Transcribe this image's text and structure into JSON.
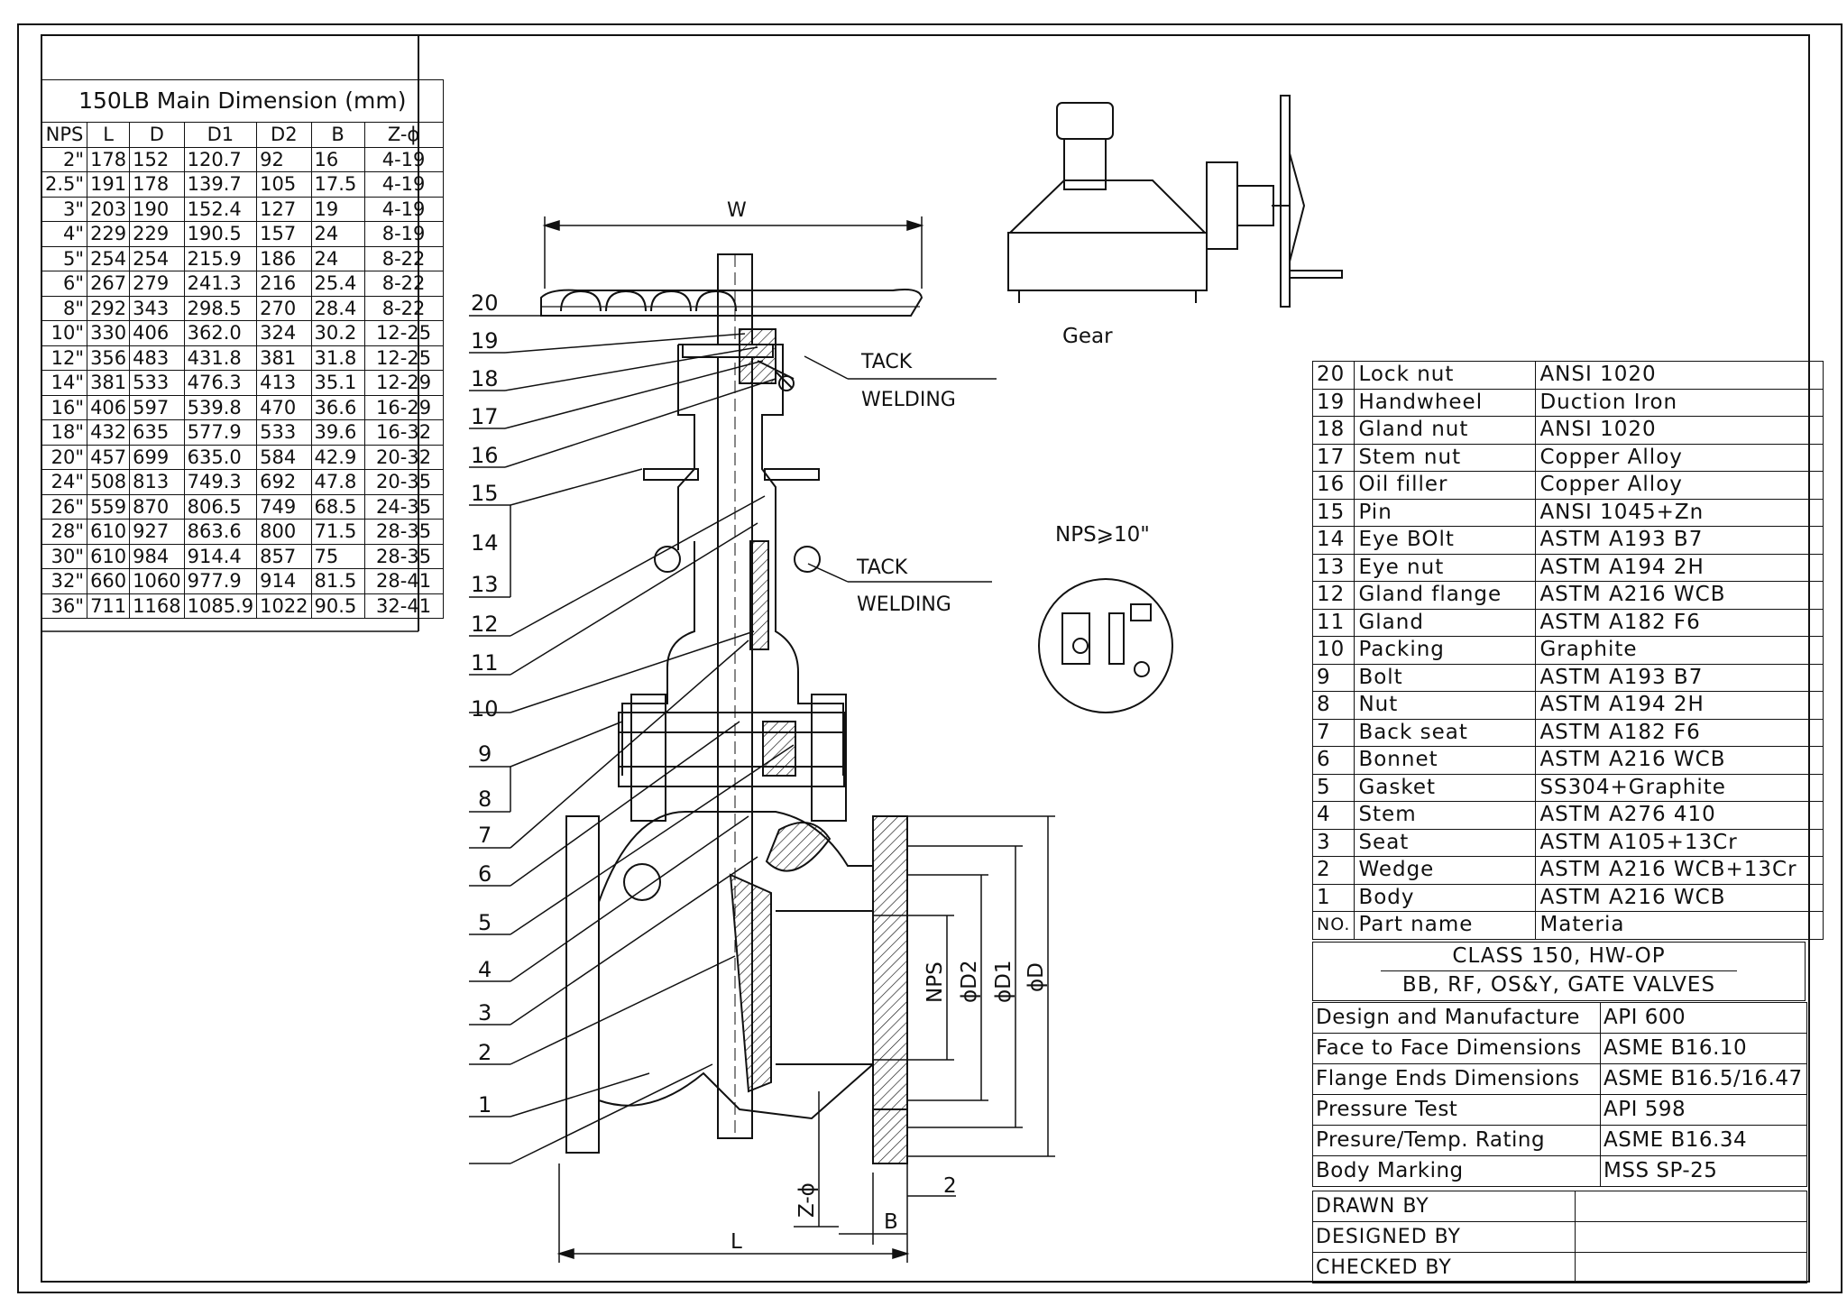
{
  "dimension_table": {
    "title": "150LB Main Dimension (mm)",
    "headers": [
      "NPS",
      "L",
      "D",
      "D1",
      "D2",
      "B",
      "Z-ϕ"
    ],
    "rows": [
      [
        "2\"",
        "178",
        "152",
        "120.7",
        "92",
        "16",
        "4-19"
      ],
      [
        "2.5\"",
        "191",
        "178",
        "139.7",
        "105",
        "17.5",
        "4-19"
      ],
      [
        "3\"",
        "203",
        "190",
        "152.4",
        "127",
        "19",
        "4-19"
      ],
      [
        "4\"",
        "229",
        "229",
        "190.5",
        "157",
        "24",
        "8-19"
      ],
      [
        "5\"",
        "254",
        "254",
        "215.9",
        "186",
        "24",
        "8-22"
      ],
      [
        "6\"",
        "267",
        "279",
        "241.3",
        "216",
        "25.4",
        "8-22"
      ],
      [
        "8\"",
        "292",
        "343",
        "298.5",
        "270",
        "28.4",
        "8-22"
      ],
      [
        "10\"",
        "330",
        "406",
        "362.0",
        "324",
        "30.2",
        "12-25"
      ],
      [
        "12\"",
        "356",
        "483",
        "431.8",
        "381",
        "31.8",
        "12-25"
      ],
      [
        "14\"",
        "381",
        "533",
        "476.3",
        "413",
        "35.1",
        "12-29"
      ],
      [
        "16\"",
        "406",
        "597",
        "539.8",
        "470",
        "36.6",
        "16-29"
      ],
      [
        "18\"",
        "432",
        "635",
        "577.9",
        "533",
        "39.6",
        "16-32"
      ],
      [
        "20\"",
        "457",
        "699",
        "635.0",
        "584",
        "42.9",
        "20-32"
      ],
      [
        "24\"",
        "508",
        "813",
        "749.3",
        "692",
        "47.8",
        "20-35"
      ],
      [
        "26\"",
        "559",
        "870",
        "806.5",
        "749",
        "68.5",
        "24-35"
      ],
      [
        "28\"",
        "610",
        "927",
        "863.6",
        "800",
        "71.5",
        "28-35"
      ],
      [
        "30\"",
        "610",
        "984",
        "914.4",
        "857",
        "75",
        "28-35"
      ],
      [
        "32\"",
        "660",
        "1060",
        "977.9",
        "914",
        "81.5",
        "28-41"
      ],
      [
        "36\"",
        "711",
        "1168",
        "1085.9",
        "1022",
        "90.5",
        "32-41"
      ]
    ]
  },
  "drawing": {
    "width_label": "W",
    "gear_label": "Gear",
    "detail_label": "NPS⩾10\"",
    "tack_welding_1": [
      "TACK",
      "WELDING"
    ],
    "tack_welding_2": [
      "TACK",
      "WELDING"
    ],
    "balloons": [
      "20",
      "19",
      "18",
      "17",
      "16",
      "15",
      "14",
      "13",
      "12",
      "11",
      "10",
      "9",
      "8",
      "7",
      "6",
      "5",
      "4",
      "3",
      "2",
      "1"
    ],
    "dims": {
      "nps": "NPS",
      "d2": "ϕD2",
      "d1": "ϕD1",
      "d": "ϕD",
      "z": "Z-ϕ",
      "b": "B",
      "l": "L",
      "raised_face": "2"
    }
  },
  "parts_list": {
    "rows": [
      [
        "20",
        "Lock nut",
        "ANSI 1020"
      ],
      [
        "19",
        "Handwheel",
        "Duction Iron"
      ],
      [
        "18",
        "Gland nut",
        "ANSI 1020"
      ],
      [
        "17",
        "Stem nut",
        "Copper Alloy"
      ],
      [
        "16",
        "Oil filler",
        "Copper Alloy"
      ],
      [
        "15",
        "Pin",
        "ANSI 1045+Zn"
      ],
      [
        "14",
        "Eye BOlt",
        "ASTM A193 B7"
      ],
      [
        "13",
        "Eye nut",
        "ASTM A194 2H"
      ],
      [
        "12",
        "Gland flange",
        "ASTM A216 WCB"
      ],
      [
        "11",
        "Gland",
        "ASTM A182 F6"
      ],
      [
        "10",
        "Packing",
        "Graphite"
      ],
      [
        "9",
        "Bolt",
        "ASTM A193 B7"
      ],
      [
        "8",
        "Nut",
        "ASTM A194 2H"
      ],
      [
        "7",
        "Back seat",
        "ASTM A182 F6"
      ],
      [
        "6",
        "Bonnet",
        "ASTM A216 WCB"
      ],
      [
        "5",
        "Gasket",
        "SS304+Graphite"
      ],
      [
        "4",
        "Stem",
        "ASTM A276 410"
      ],
      [
        "3",
        "Seat",
        "ASTM A105+13Cr"
      ],
      [
        "2",
        "Wedge",
        "ASTM A216 WCB+13Cr"
      ],
      [
        "1",
        "Body",
        "ASTM A216 WCB"
      ]
    ],
    "header": [
      "NO.",
      "Part name",
      "Materia"
    ]
  },
  "title_block": {
    "line1": "CLASS 150, HW-OP",
    "line2": "BB, RF, OS&Y, GATE VALVES",
    "specs": [
      [
        "Design and Manufacture",
        "API 600"
      ],
      [
        "Face to Face Dimensions",
        "ASME B16.10"
      ],
      [
        "Flange Ends Dimensions",
        "ASME B16.5/16.47"
      ],
      [
        "Pressure Test",
        "API 598"
      ],
      [
        "Presure/Temp. Rating",
        "ASME B16.34"
      ],
      [
        "Body Marking",
        "MSS SP-25"
      ]
    ],
    "signatures": [
      "DRAWN BY",
      "DESIGNED BY",
      "CHECKED  BY"
    ]
  }
}
